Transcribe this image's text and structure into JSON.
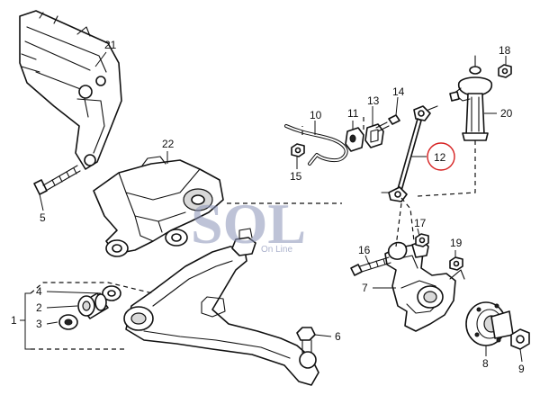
{
  "callouts": {
    "c1": "1",
    "c2": "2",
    "c3": "3",
    "c4": "4",
    "c5": "5",
    "c6": "6",
    "c7": "7",
    "c8": "8",
    "c9": "9",
    "c10": "10",
    "c11": "11",
    "c12": "12",
    "c13": "13",
    "c14": "14",
    "c15": "15",
    "c16": "16",
    "c17": "17",
    "c18": "18",
    "c19": "19",
    "c20": "20",
    "c21": "21",
    "c22": "22"
  },
  "highlight": {
    "part": "12",
    "color": "#d62020"
  },
  "watermark": {
    "logo_text": "SOL",
    "tagline": "On Line",
    "color": "#8a93b8"
  }
}
